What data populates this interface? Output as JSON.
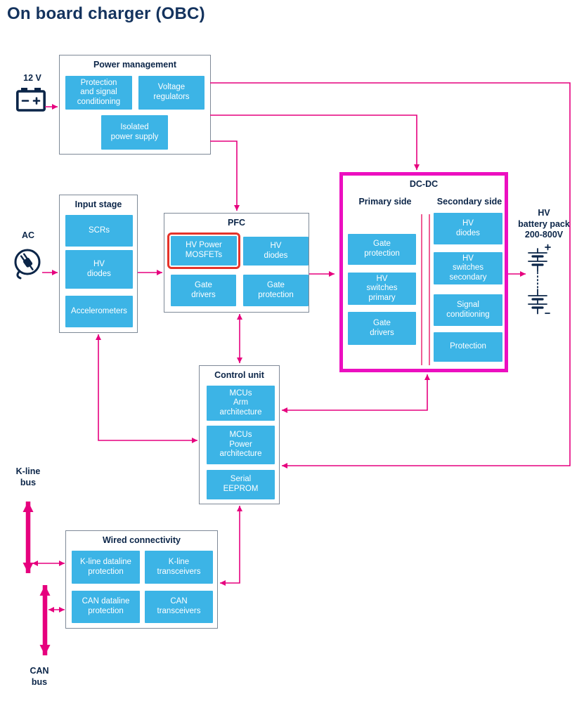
{
  "title": "On board charger (OBC)",
  "colors": {
    "tile_blue": "#3cb4e6",
    "navy_text": "#0b2548",
    "arrow_pink": "#e6007e",
    "dcdc_highlight_magenta": "#ec0fc0",
    "mosfet_highlight_red": "#e5332a"
  },
  "labels": {
    "battery_12v": "12 V",
    "ac_input": "AC",
    "hv_battery_pack": "HV\nbattery pack\n200-800V",
    "kline_bus": "K-line\nbus",
    "can_bus": "CAN\nbus"
  },
  "blocks": {
    "power_management": {
      "title": "Power management",
      "tiles": [
        "Protection\nand signal\nconditioning",
        "Voltage\nregulators",
        "Isolated\npower supply"
      ]
    },
    "input_stage": {
      "title": "Input stage",
      "tiles": [
        "SCRs",
        "HV\ndiodes",
        "Accelerometers"
      ]
    },
    "pfc": {
      "title": "PFC",
      "tiles": [
        "HV Power\nMOSFETs",
        "HV\ndiodes",
        "Gate\ndrivers",
        "Gate\nprotection"
      ]
    },
    "dcdc": {
      "title": "DC-DC",
      "primary_label": "Primary side",
      "secondary_label": "Secondary side",
      "primary_tiles": [
        "Gate\nprotection",
        "HV\nswitches\nprimary",
        "Gate\ndrivers"
      ],
      "secondary_tiles": [
        "HV\ndiodes",
        "HV\nswitches\nsecondary",
        "Signal\nconditioning",
        "Protection"
      ]
    },
    "control_unit": {
      "title": "Control unit",
      "tiles": [
        "MCUs\nArm\narchitecture",
        "MCUs\nPower\narchitecture",
        "Serial\nEEPROM"
      ]
    },
    "wired_connectivity": {
      "title": "Wired connectivity",
      "tiles": [
        "K-line dataline\nprotection",
        "K-line\ntransceivers",
        "CAN dataline\nprotection",
        "CAN\ntransceivers"
      ]
    }
  }
}
